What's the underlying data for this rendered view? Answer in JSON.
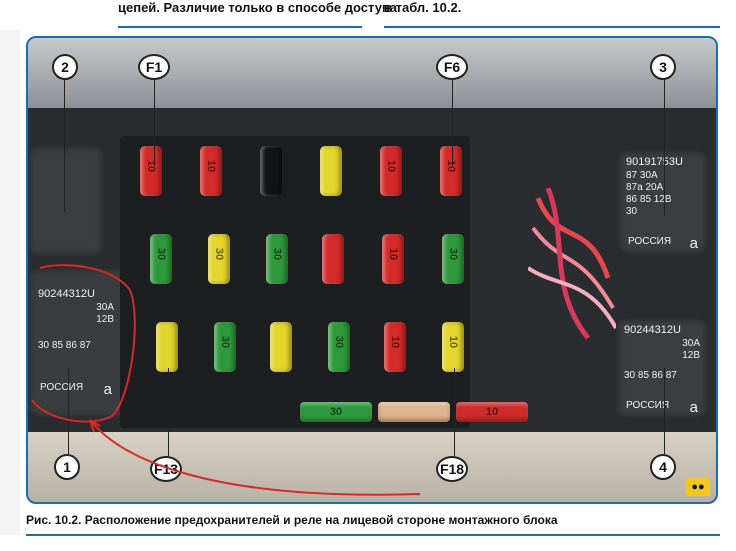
{
  "page": {
    "top_left_text": "цепей. Различие только в способе доступа",
    "top_right_text": "в табл. 10.2.",
    "caption": "Рис. 10.2. Расположение предохранителей и реле на лицевой стороне монтажного блока"
  },
  "callouts": {
    "c1": "1",
    "c2": "2",
    "c3": "3",
    "c4": "4",
    "f1": "F1",
    "f6": "F6",
    "f13": "F13",
    "f18": "F18"
  },
  "fuses": {
    "r1": [
      "10",
      "10",
      "",
      "",
      "10",
      "10"
    ],
    "r2": [
      "30",
      "30",
      "30",
      "",
      "10",
      "30"
    ],
    "r3": [
      "",
      "30",
      "",
      "30",
      "10",
      "10"
    ],
    "bottom": [
      "30",
      "",
      "10"
    ]
  },
  "relays": {
    "left": {
      "code": "90244312U",
      "specs": "30A\n12B",
      "pins": "30 85 86 87",
      "country": "РОССИЯ",
      "logo": "a"
    },
    "right_top": {
      "code": "90191753U",
      "specs": "87 30A\n87a 20A\n86 85 12B\n30",
      "country": "РОССИЯ",
      "logo": "a"
    },
    "right_bottom": {
      "code": "90244312U",
      "specs": "30A\n12B",
      "pins": "30 85 86 87",
      "country": "РОССИЯ",
      "logo": "a"
    }
  },
  "colors": {
    "accent": "#1a6fb3",
    "annotation": "#d32a2a"
  }
}
